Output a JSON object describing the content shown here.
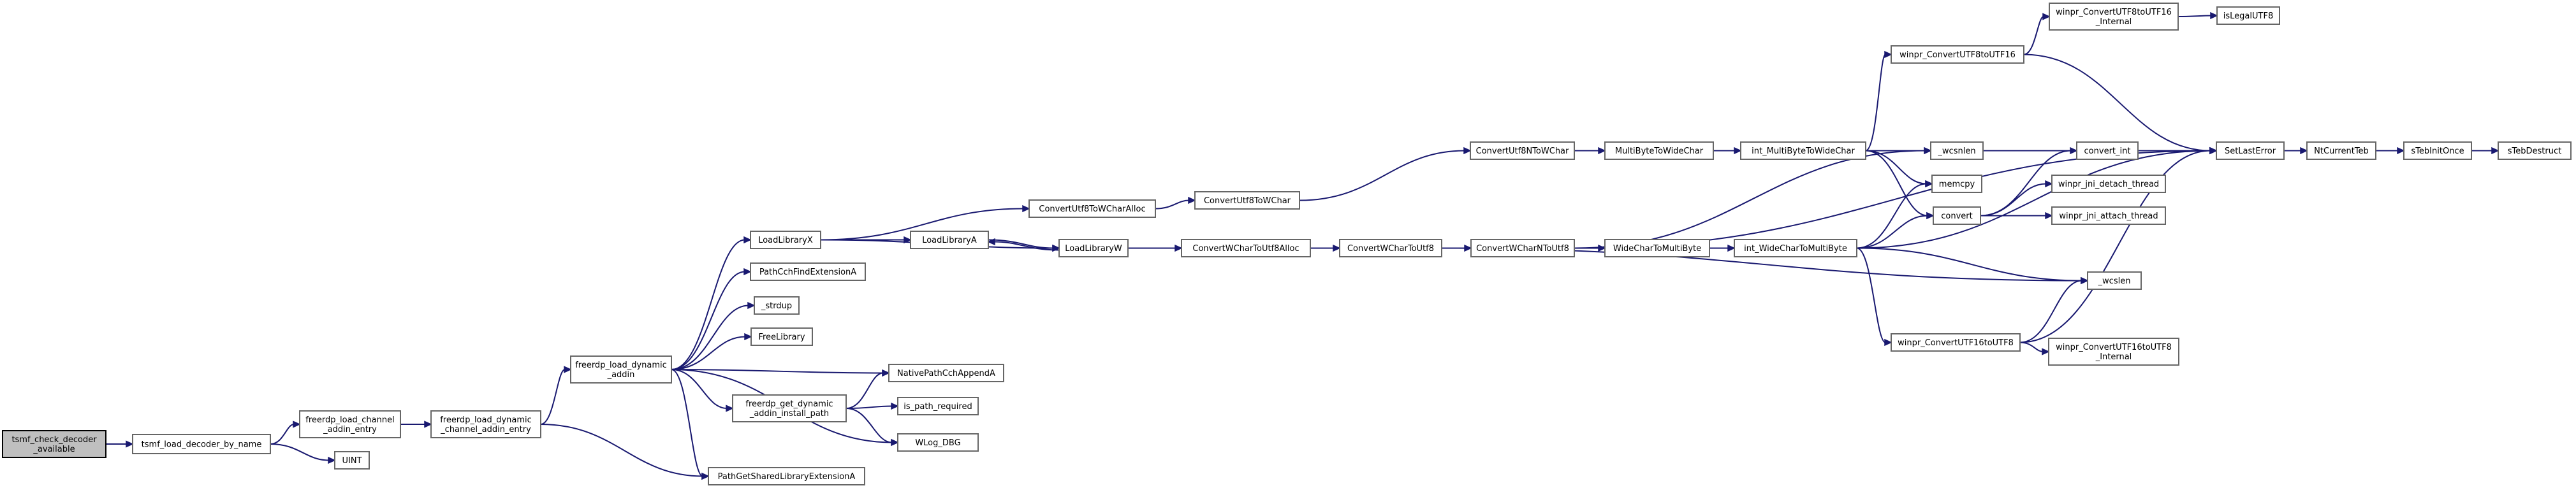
{
  "nodes": [
    {
      "id": "root",
      "lines": [
        "tsmf_check_decoder",
        "_available"
      ],
      "root": true
    },
    {
      "id": "n1",
      "lines": [
        "tsmf_load_decoder_by_name"
      ]
    },
    {
      "id": "n2",
      "lines": [
        "freerdp_load_channel",
        "_addin_entry"
      ]
    },
    {
      "id": "n3",
      "lines": [
        "UINT"
      ]
    },
    {
      "id": "n4",
      "lines": [
        "freerdp_load_dynamic",
        "_channel_addin_entry"
      ]
    },
    {
      "id": "n5",
      "lines": [
        "freerdp_load_dynamic",
        "_addin"
      ]
    },
    {
      "id": "n6",
      "lines": [
        "PathGetSharedLibraryExtensionA"
      ]
    },
    {
      "id": "n7",
      "lines": [
        "LoadLibraryX"
      ]
    },
    {
      "id": "n8",
      "lines": [
        "PathCchFindExtensionA"
      ]
    },
    {
      "id": "n9",
      "lines": [
        "_strdup"
      ]
    },
    {
      "id": "n10",
      "lines": [
        "FreeLibrary"
      ]
    },
    {
      "id": "n11",
      "lines": [
        "NativePathCchAppendA"
      ]
    },
    {
      "id": "n12",
      "lines": [
        "freerdp_get_dynamic",
        "_addin_install_path"
      ]
    },
    {
      "id": "n13",
      "lines": [
        "WLog_DBG"
      ]
    },
    {
      "id": "n14",
      "lines": [
        "is_path_required"
      ]
    },
    {
      "id": "n15",
      "lines": [
        "ConvertUtf8ToWCharAlloc"
      ]
    },
    {
      "id": "n16",
      "lines": [
        "LoadLibraryA"
      ]
    },
    {
      "id": "n17",
      "lines": [
        "LoadLibraryW"
      ]
    },
    {
      "id": "n18",
      "lines": [
        "ConvertUtf8ToWChar"
      ]
    },
    {
      "id": "n19",
      "lines": [
        "ConvertWCharToUtf8Alloc"
      ]
    },
    {
      "id": "n20",
      "lines": [
        "ConvertWCharToUtf8"
      ]
    },
    {
      "id": "n21",
      "lines": [
        "ConvertUtf8NToWChar"
      ]
    },
    {
      "id": "n22",
      "lines": [
        "ConvertWCharNToUtf8"
      ]
    },
    {
      "id": "n23",
      "lines": [
        "MultiByteToWideChar"
      ]
    },
    {
      "id": "n24",
      "lines": [
        "WideCharToMultiByte"
      ]
    },
    {
      "id": "n25",
      "lines": [
        "int_MultiByteToWideChar"
      ]
    },
    {
      "id": "n26",
      "lines": [
        "int_WideCharToMultiByte"
      ]
    },
    {
      "id": "n27",
      "lines": [
        "winpr_ConvertUTF8toUTF16"
      ]
    },
    {
      "id": "n28",
      "lines": [
        "_wcsnlen"
      ]
    },
    {
      "id": "n29",
      "lines": [
        "memcpy"
      ]
    },
    {
      "id": "n30",
      "lines": [
        "convert"
      ]
    },
    {
      "id": "n31",
      "lines": [
        "SetLastError"
      ]
    },
    {
      "id": "n32",
      "lines": [
        "_wcslen"
      ]
    },
    {
      "id": "n33",
      "lines": [
        "winpr_ConvertUTF16toUTF8"
      ]
    },
    {
      "id": "n34",
      "lines": [
        "winpr_ConvertUTF8toUTF16",
        "_Internal"
      ]
    },
    {
      "id": "n35",
      "lines": [
        "isLegalUTF8"
      ]
    },
    {
      "id": "n36",
      "lines": [
        "convert_int"
      ]
    },
    {
      "id": "n37",
      "lines": [
        "winpr_jni_detach_thread"
      ]
    },
    {
      "id": "n38",
      "lines": [
        "winpr_jni_attach_thread"
      ]
    },
    {
      "id": "n39",
      "lines": [
        "winpr_ConvertUTF16toUTF8",
        "_Internal"
      ]
    },
    {
      "id": "n40",
      "lines": [
        "NtCurrentTeb"
      ]
    },
    {
      "id": "n41",
      "lines": [
        "sTebInitOnce"
      ]
    },
    {
      "id": "n42",
      "lines": [
        "sTebDestruct"
      ]
    }
  ],
  "edges": [
    [
      "root",
      "n1"
    ],
    [
      "n1",
      "n2"
    ],
    [
      "n1",
      "n3"
    ],
    [
      "n2",
      "n4"
    ],
    [
      "n4",
      "n5"
    ],
    [
      "n4",
      "n6"
    ],
    [
      "n5",
      "n7"
    ],
    [
      "n5",
      "n8"
    ],
    [
      "n5",
      "n9"
    ],
    [
      "n5",
      "n10"
    ],
    [
      "n5",
      "n11"
    ],
    [
      "n5",
      "n12"
    ],
    [
      "n5",
      "n13"
    ],
    [
      "n5",
      "n6"
    ],
    [
      "n7",
      "n15"
    ],
    [
      "n7",
      "n16"
    ],
    [
      "n7",
      "n17"
    ],
    [
      "n12",
      "n11"
    ],
    [
      "n12",
      "n14"
    ],
    [
      "n12",
      "n13"
    ],
    [
      "n16",
      "n17"
    ],
    [
      "n17",
      "n16"
    ],
    [
      "n17",
      "n19"
    ],
    [
      "n15",
      "n18"
    ],
    [
      "n18",
      "n21"
    ],
    [
      "n19",
      "n20"
    ],
    [
      "n20",
      "n22"
    ],
    [
      "n20",
      "n32"
    ],
    [
      "n21",
      "n23"
    ],
    [
      "n21",
      "n31"
    ],
    [
      "n22",
      "n24"
    ],
    [
      "n22",
      "n28"
    ],
    [
      "n22",
      "n31"
    ],
    [
      "n23",
      "n25"
    ],
    [
      "n24",
      "n26"
    ],
    [
      "n25",
      "n27"
    ],
    [
      "n25",
      "n28"
    ],
    [
      "n25",
      "n29"
    ],
    [
      "n25",
      "n30"
    ],
    [
      "n25",
      "n31"
    ],
    [
      "n26",
      "n29"
    ],
    [
      "n26",
      "n30"
    ],
    [
      "n26",
      "n31"
    ],
    [
      "n26",
      "n32"
    ],
    [
      "n26",
      "n33"
    ],
    [
      "n27",
      "n34"
    ],
    [
      "n27",
      "n31"
    ],
    [
      "n34",
      "n35"
    ],
    [
      "n30",
      "n36"
    ],
    [
      "n30",
      "n37"
    ],
    [
      "n30",
      "n38"
    ],
    [
      "n36",
      "n31"
    ],
    [
      "n33",
      "n39"
    ],
    [
      "n33",
      "n31"
    ],
    [
      "n33",
      "n32"
    ],
    [
      "n31",
      "n40"
    ],
    [
      "n40",
      "n41"
    ],
    [
      "n41",
      "n42"
    ]
  ]
}
